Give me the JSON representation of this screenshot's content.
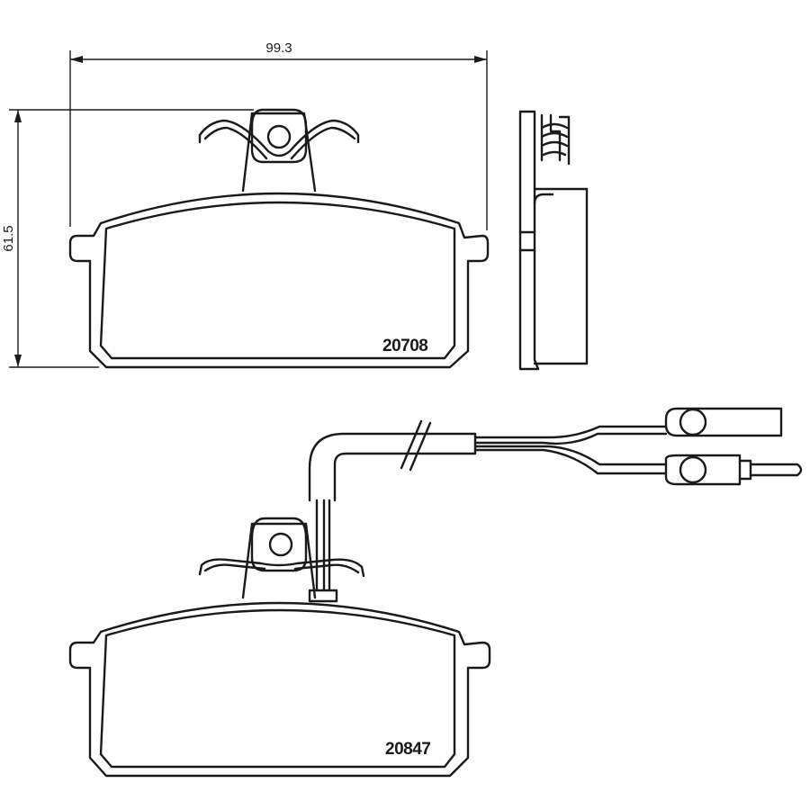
{
  "dimensions": {
    "width": "99.3",
    "height": "61.5"
  },
  "parts": [
    {
      "number": "20708"
    },
    {
      "number": "20847"
    }
  ]
}
